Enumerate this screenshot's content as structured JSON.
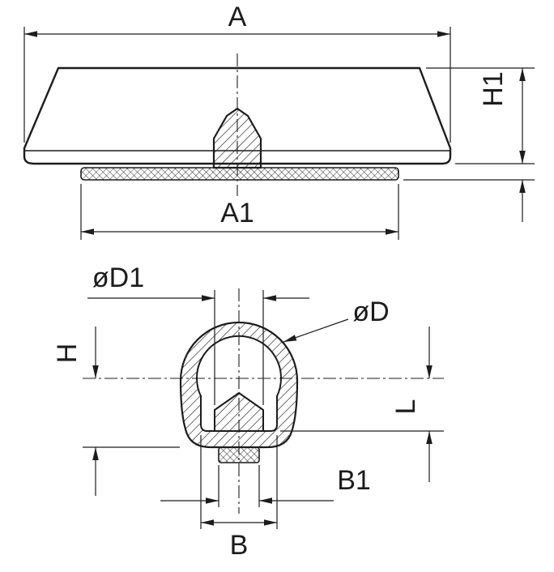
{
  "drawing": {
    "background": "#ffffff",
    "line_color": "#1c1c1c",
    "hatch_color": "#222222",
    "front_view": {
      "labels": {
        "overall_width": "A",
        "pad_width": "A1",
        "body_height": "H1"
      }
    },
    "section_view": {
      "labels": {
        "outer_diameter": "øD",
        "core_diameter": "øD1",
        "height": "H",
        "thread_length": "L",
        "slot_width": "B",
        "pad_width": "B1"
      }
    }
  }
}
